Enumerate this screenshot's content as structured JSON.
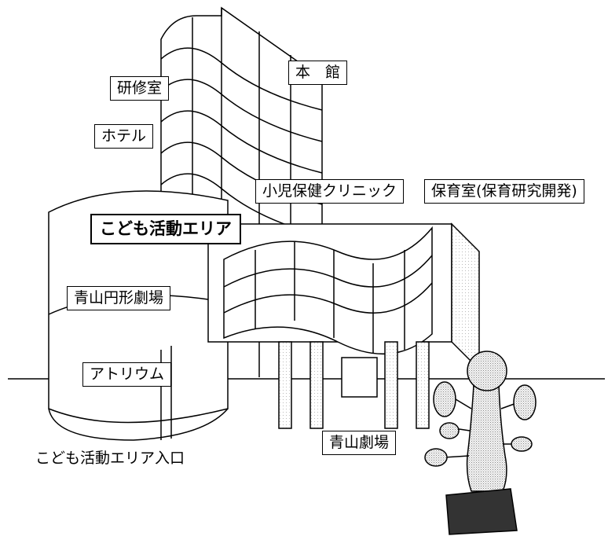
{
  "labels": {
    "main_building": "本　館",
    "training_room": "研修室",
    "hotel": "ホテル",
    "pediatric_clinic": "小児保健クリニック",
    "nursery": "保育室(保育研究開発)",
    "kids_area": "こども活動エリア",
    "circle_theater": "青山円形劇場",
    "atrium": "アトリウム",
    "kids_area_entrance": "こども活動エリア入口",
    "aoyama_theater": "青山劇場"
  }
}
